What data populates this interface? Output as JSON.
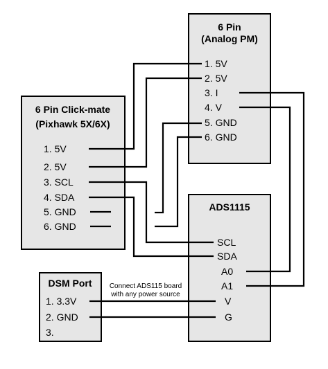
{
  "analog_pm": {
    "title_line1": "6 Pin",
    "title_line2": "(Analog PM)",
    "pins": [
      "1.  5V",
      "2.  5V",
      "3.  I",
      "4.  V",
      "5.  GND",
      "6.  GND"
    ]
  },
  "clickmate": {
    "title_line1": "6 Pin Click-mate",
    "title_line2": "(Pixhawk 5X/6X)",
    "pins": [
      "1.  5V",
      "2.  5V",
      "3.  SCL",
      "4.  SDA",
      "5.  GND",
      "6.  GND"
    ]
  },
  "ads1115": {
    "title": "ADS1115",
    "pins": [
      "SCL",
      "SDA",
      "A0",
      "A1",
      "V",
      "G"
    ]
  },
  "dsm_port": {
    "title": "DSM Port",
    "pins": [
      "1. 3.3V",
      "2. GND",
      "3."
    ]
  },
  "note": {
    "line1": "Connect ADS115 board",
    "line2": "with any power source"
  }
}
